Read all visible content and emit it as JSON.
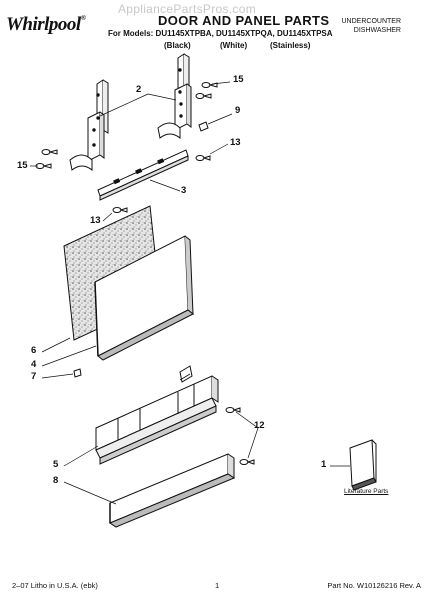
{
  "header": {
    "brand": "Whirlpool",
    "watermark": "AppliancePartsPros.com",
    "title": "DOOR AND PANEL PARTS",
    "models_line": "For Models: DU1145XTPBA, DU1145XTPQA, DU1145XTPSA",
    "colors": [
      "(Black)",
      "(White)",
      "(Stainless)"
    ],
    "category_line1": "UNDERCOUNTER",
    "category_line2": "DISHWASHER"
  },
  "callouts": [
    "15",
    "2",
    "9",
    "15",
    "13",
    "3",
    "13",
    "6",
    "4",
    "7",
    "12",
    "5",
    "8",
    "1"
  ],
  "literature_label": "Literature Parts",
  "footer": {
    "left": "2–07 Litho in U.S.A. (ebk)",
    "page": "1",
    "right": "Part No. W10126216 Rev. A"
  }
}
